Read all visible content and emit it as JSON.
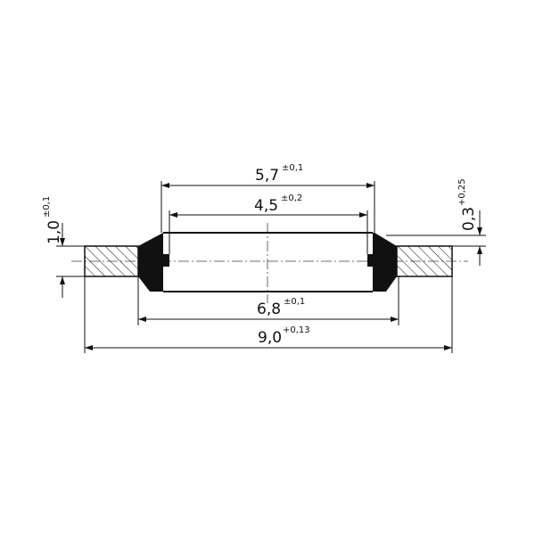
{
  "dimensions": {
    "d_5_7": {
      "value": "5,7",
      "tol": "±0,1"
    },
    "d_4_5": {
      "value": "4,5",
      "tol": "±0,2"
    },
    "d_6_8": {
      "value": "6,8",
      "tol": "±0,1"
    },
    "d_9_0": {
      "value": "9,0",
      "tol": "+0,13"
    },
    "t_1_0": {
      "value": "1,0",
      "tol": "±0,1"
    },
    "t_0_3": {
      "value": "0,3",
      "tol": "+0,25"
    }
  },
  "colors": {
    "line": "#111111",
    "seal": "#111111",
    "hatch": "#111111"
  }
}
